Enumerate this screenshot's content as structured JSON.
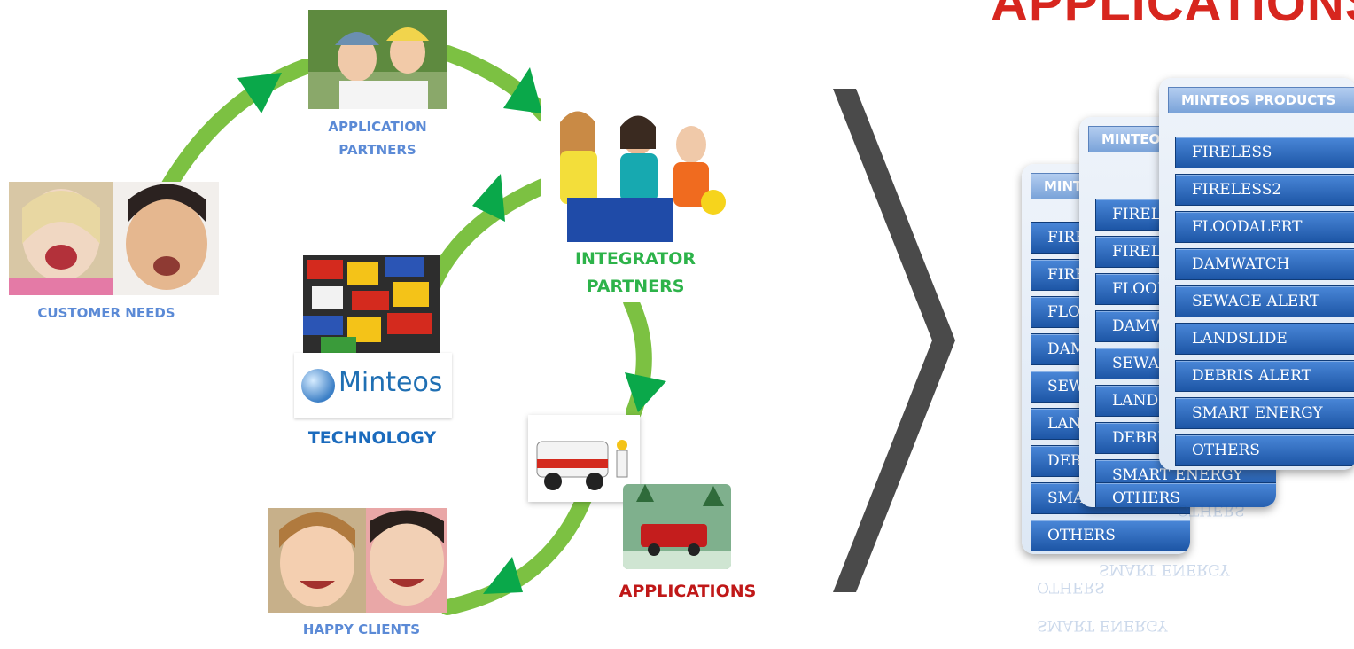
{
  "title": "APPLICATIONS",
  "cycle": {
    "customer_needs": "CUSTOMER NEEDS",
    "application_partners": [
      "APPLICATION",
      "PARTNERS"
    ],
    "integrator_partners": [
      "INTEGRATOR",
      "PARTNERS"
    ],
    "technology": "TECHNOLOGY",
    "technology_logo": "Minteos",
    "applications": "APPLICATIONS",
    "happy_clients": "HAPPY CLIENTS"
  },
  "colors": {
    "blue_label": "#5b8ad6",
    "green_label": "#2db34a",
    "tech_label": "#1b6bbd",
    "red_label": "#c01818",
    "arrow": "#7cc142",
    "arrowhead": "#0aa84a",
    "chevron": "#4a4a4a"
  },
  "panels": [
    {
      "header": "MINTEOS PRODUCTS",
      "items": [
        "FIRELESS",
        "FIRELESS2",
        "FLOODALERT",
        "DAMWATCH",
        "SEWAGE ALERT",
        "LANDSLIDE",
        "DEBRIS ALERT",
        "SMART ENERGY",
        "OTHERS"
      ]
    },
    {
      "header": "MINTEOS PRODUCTS",
      "items": [
        "FIRELESS",
        "FIRELESS2",
        "FLOODALERT",
        "DAMWATCH",
        "SEWAGE ALERT",
        "LANDSLIDE",
        "DEBRIS ALERT",
        "SMART ENERGY",
        "OTHERS"
      ]
    },
    {
      "header": "MINTEOS PRODUCTS",
      "items": [
        "FIRELESS",
        "FIRELESS2",
        "FLOODALERT",
        "DAMWATCH",
        "SEWAGE ALERT",
        "LANDSLIDE",
        "DEBRIS ALERT",
        "SMART ENERGY",
        "OTHERS"
      ]
    }
  ],
  "reflections": [
    "OTHERS",
    "SMART ENERGY",
    "SMART ENERGY",
    "OTHERS"
  ]
}
